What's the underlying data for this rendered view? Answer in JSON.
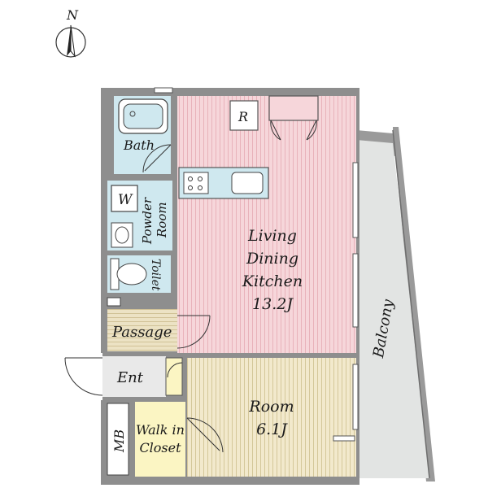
{
  "compass": {
    "north_label": "N"
  },
  "rooms": {
    "ldk": {
      "line1": "Living",
      "line2": "Dining",
      "line3": "Kitchen",
      "size": "13.2J"
    },
    "refrigerator": {
      "label": "R"
    },
    "bath": {
      "label": "Bath"
    },
    "washer": {
      "label": "W"
    },
    "powder": {
      "line1": "Powder",
      "line2": "Room"
    },
    "toilet": {
      "label": "Toilet"
    },
    "passage": {
      "label": "Passage"
    },
    "entrance": {
      "label": "Ent"
    },
    "room": {
      "line1": "Room",
      "line2": "6.1J"
    },
    "closet": {
      "line1": "Walk in",
      "line2": "Closet"
    },
    "meter_box": {
      "label": "MB"
    },
    "balcony": {
      "label": "Balcony"
    }
  },
  "colors": {
    "wall": "#8e8e8e",
    "ldk_floor": "#f6d6da",
    "wet_area": "#cfe8ef",
    "room_floor": "#f2e9cc",
    "passage_floor": "#ece2c4",
    "closet": "#fbf5c3",
    "balcony": "#e2e4e3"
  }
}
